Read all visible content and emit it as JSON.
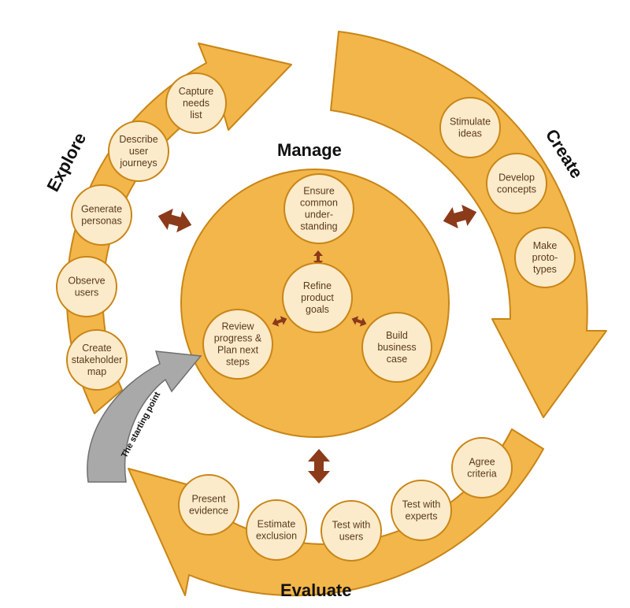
{
  "colors": {
    "ring": "#F2B64A",
    "ring_stroke": "#C98516",
    "bubble": "#FBEBCB",
    "bubble_stroke": "#C98516",
    "center": "#F2B64A",
    "arrow_brown": "#8B3A1A",
    "start_arrow": "#A9A9A9",
    "text": "#5a3a1a"
  },
  "phases": {
    "manage": "Manage",
    "explore": "Explore",
    "create": "Create",
    "evaluate": "Evaluate"
  },
  "starting_point": "The starting point",
  "explore_items": [
    {
      "lines": [
        "Capture",
        "needs",
        "list"
      ]
    },
    {
      "lines": [
        "Describe",
        "user",
        "journeys"
      ]
    },
    {
      "lines": [
        "Generate",
        "personas"
      ]
    },
    {
      "lines": [
        "Observe",
        "users"
      ]
    },
    {
      "lines": [
        "Create",
        "stakeholder",
        "map"
      ]
    }
  ],
  "create_items": [
    {
      "lines": [
        "Stimulate",
        "ideas"
      ]
    },
    {
      "lines": [
        "Develop",
        "concepts"
      ]
    },
    {
      "lines": [
        "Make",
        "proto-",
        "types"
      ]
    }
  ],
  "evaluate_items": [
    {
      "lines": [
        "Agree",
        "criteria"
      ]
    },
    {
      "lines": [
        "Test with",
        "experts"
      ]
    },
    {
      "lines": [
        "Test with",
        "users"
      ]
    },
    {
      "lines": [
        "Estimate",
        "exclusion"
      ]
    },
    {
      "lines": [
        "Present",
        "evidence"
      ]
    }
  ],
  "manage_items": [
    {
      "lines": [
        "Ensure",
        "common",
        "under-",
        "standing"
      ]
    },
    {
      "lines": [
        "Refine",
        "product",
        "goals"
      ]
    },
    {
      "lines": [
        "Build",
        "business",
        "case"
      ]
    },
    {
      "lines": [
        "Review",
        "progress &",
        "Plan next",
        "steps"
      ]
    }
  ]
}
